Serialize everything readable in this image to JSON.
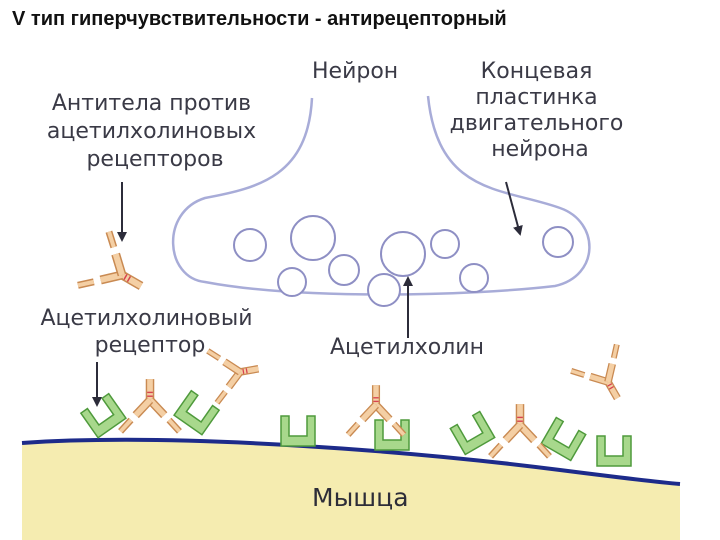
{
  "title": "V тип гиперчувствительности - антирецепторный",
  "labels": {
    "neuron": "Нейрон",
    "end_plate": [
      "Концевая",
      "пластинка",
      "двигательного",
      "нейрона"
    ],
    "antibodies": [
      "Антитела против",
      "ацетилхолиновых",
      "рецепторов"
    ],
    "receptor": [
      "Ацетилхолиновый",
      "рецептор"
    ],
    "acetylcholine": "Ацетилхолин",
    "muscle": "Мышца"
  },
  "colors": {
    "neuron_outline": "#a8acd8",
    "membrane": "#1d2b8a",
    "muscle_fill": "#f5ecb0",
    "receptor_fill": "#a8d88c",
    "receptor_stroke": "#4f9a3c",
    "antibody_fill": "#f4cfa4",
    "antibody_stroke": "#c98a52",
    "antibody_bond": "#d8434f",
    "arrow": "#2c2c3a"
  },
  "icons": {
    "antibody": "y-shaped-antibody-icon",
    "receptor": "u-shaped-receptor-icon",
    "vesicle": "circle-vesicle-icon"
  }
}
